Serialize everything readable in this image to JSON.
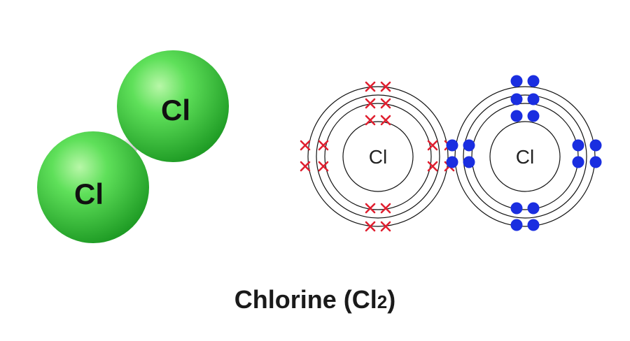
{
  "molecule": {
    "atom_symbol_upper": "Cl",
    "atom_symbol_lower": "Cl",
    "sphere_color": "#3fce3f",
    "bond_color": "#e8e8e8"
  },
  "diagram": {
    "left_nucleus_label": "Cl",
    "right_nucleus_label": "Cl",
    "left_electron_color": "#e02030",
    "right_electron_color": "#1a2ee0",
    "left_electron_symbol": "cross",
    "right_electron_symbol": "dot"
  },
  "caption": {
    "main": "Chlorine (Cl",
    "subscript": "2",
    "close": ")"
  }
}
